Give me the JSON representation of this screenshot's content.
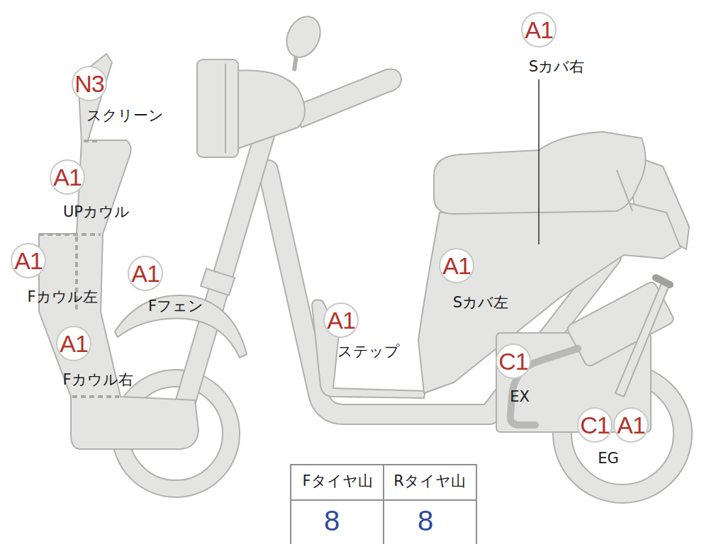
{
  "diagram": {
    "nodes": [
      {
        "text": [
          "N3"
        ]
      },
      {
        "text": [
          "A1"
        ]
      },
      {
        "text": [
          "A1"
        ]
      },
      {
        "text": [
          "A1"
        ]
      },
      {
        "text": [
          "A1"
        ]
      },
      {
        "text": [
          "A1"
        ]
      },
      {
        "text": [
          "A1"
        ]
      },
      {
        "text": [
          "A1"
        ]
      },
      {
        "text": [
          "C1"
        ]
      },
      {
        "text": [
          "C1"
        ]
      },
      {
        "text": [
          "A1"
        ]
      }
    ],
    "labels": [
      "スクリーン",
      "UPカウル",
      "Fカウル左",
      "Fカウル右",
      "Fフェン",
      "ステップ",
      "Sカバ左",
      "Sカバ右",
      "EX",
      "EG",
      "Fタイヤ山",
      "Rタイヤ山",
      "8",
      "8"
    ]
  }
}
